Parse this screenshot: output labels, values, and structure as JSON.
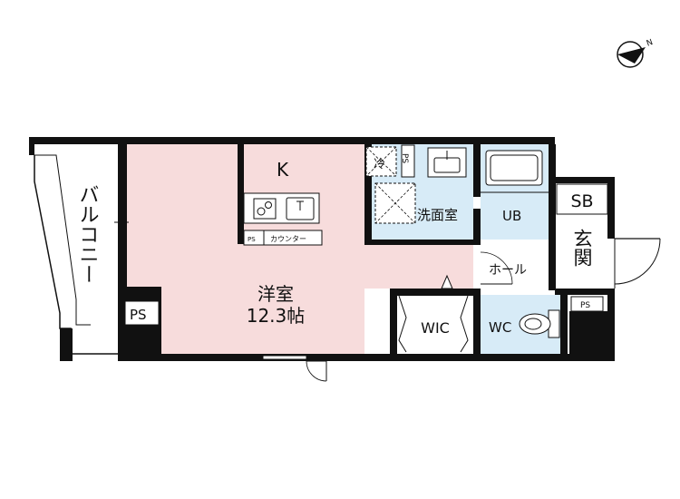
{
  "rooms": {
    "balcony": "バルコニー",
    "western_room_name": "洋室",
    "western_room_size": "12.3帖",
    "kitchen": "K",
    "counter": "カウンター",
    "washroom": "洗面室",
    "unit_bath": "UB",
    "shoe_box": "SB",
    "entrance": "玄関",
    "hall": "ホール",
    "walk_in_closet": "WIC",
    "toilet": "WC"
  },
  "labels": {
    "ps": "PS",
    "ps_small": "PS",
    "fridge": "冷",
    "north": "N"
  },
  "colors": {
    "wall": "#111111",
    "western_room": "#f7dcdc",
    "wet_area": "#d7ebf7",
    "white": "#ffffff"
  }
}
